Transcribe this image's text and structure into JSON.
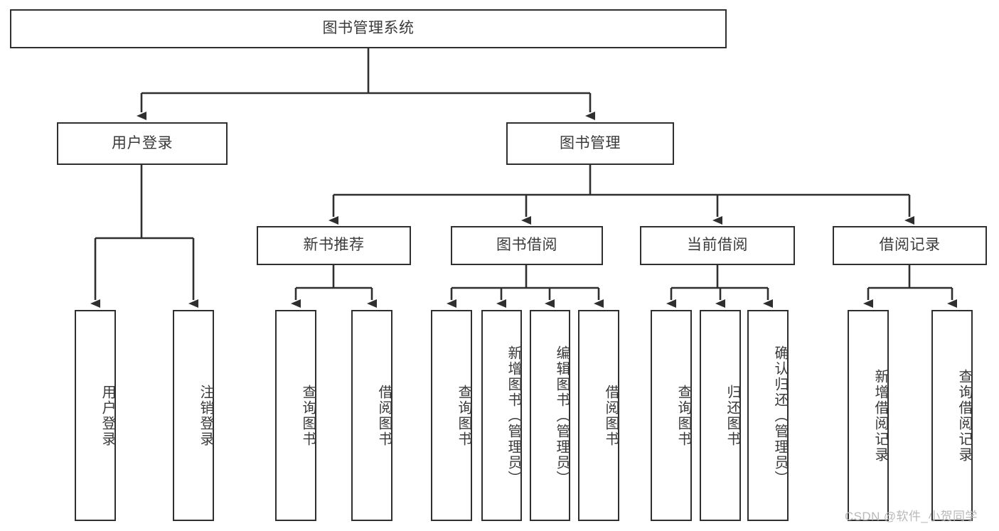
{
  "diagram": {
    "title": "图书管理系统",
    "type": "hierarchy-tree",
    "watermark": "CSDN @软件_小贺同学",
    "colors": {
      "border": "#2f2f2f",
      "text": "#3a3a3a",
      "background": "#ffffff",
      "watermark": "#b9b9b9"
    },
    "levels": {
      "root": {
        "label": "图书管理系统"
      },
      "level2": [
        {
          "id": "user-login",
          "label": "用户登录"
        },
        {
          "id": "book-management",
          "label": "图书管理"
        }
      ],
      "level3": [
        {
          "id": "new-book-recommend",
          "label": "新书推荐"
        },
        {
          "id": "book-borrow",
          "label": "图书借阅"
        },
        {
          "id": "current-borrow",
          "label": "当前借阅"
        },
        {
          "id": "borrow-record",
          "label": "借阅记录"
        }
      ],
      "leaves": [
        {
          "id": "leaf-user-login",
          "label": "用户登录",
          "parent": "user-login"
        },
        {
          "id": "leaf-logout-login",
          "label": "注销登录",
          "parent": "user-login"
        },
        {
          "id": "leaf-query-book-1",
          "label": "查询图书",
          "parent": "new-book-recommend"
        },
        {
          "id": "leaf-borrow-book-1",
          "label": "借阅图书",
          "parent": "new-book-recommend"
        },
        {
          "id": "leaf-query-book-2",
          "label": "查询图书",
          "parent": "book-borrow"
        },
        {
          "id": "leaf-add-book",
          "label": "新增图书（管理员）",
          "parent": "book-borrow"
        },
        {
          "id": "leaf-edit-book",
          "label": "编辑图书（管理员）",
          "parent": "book-borrow"
        },
        {
          "id": "leaf-borrow-book-2",
          "label": "借阅图书",
          "parent": "book-borrow"
        },
        {
          "id": "leaf-query-book-3",
          "label": "查询图书",
          "parent": "current-borrow"
        },
        {
          "id": "leaf-return-book",
          "label": "归还图书",
          "parent": "current-borrow"
        },
        {
          "id": "leaf-confirm-return",
          "label": "确认归还（管理员）",
          "parent": "current-borrow"
        },
        {
          "id": "leaf-add-record",
          "label": "新增借阅记录",
          "parent": "borrow-record"
        },
        {
          "id": "leaf-query-record",
          "label": "查询借阅记录",
          "parent": "borrow-record"
        }
      ]
    }
  }
}
